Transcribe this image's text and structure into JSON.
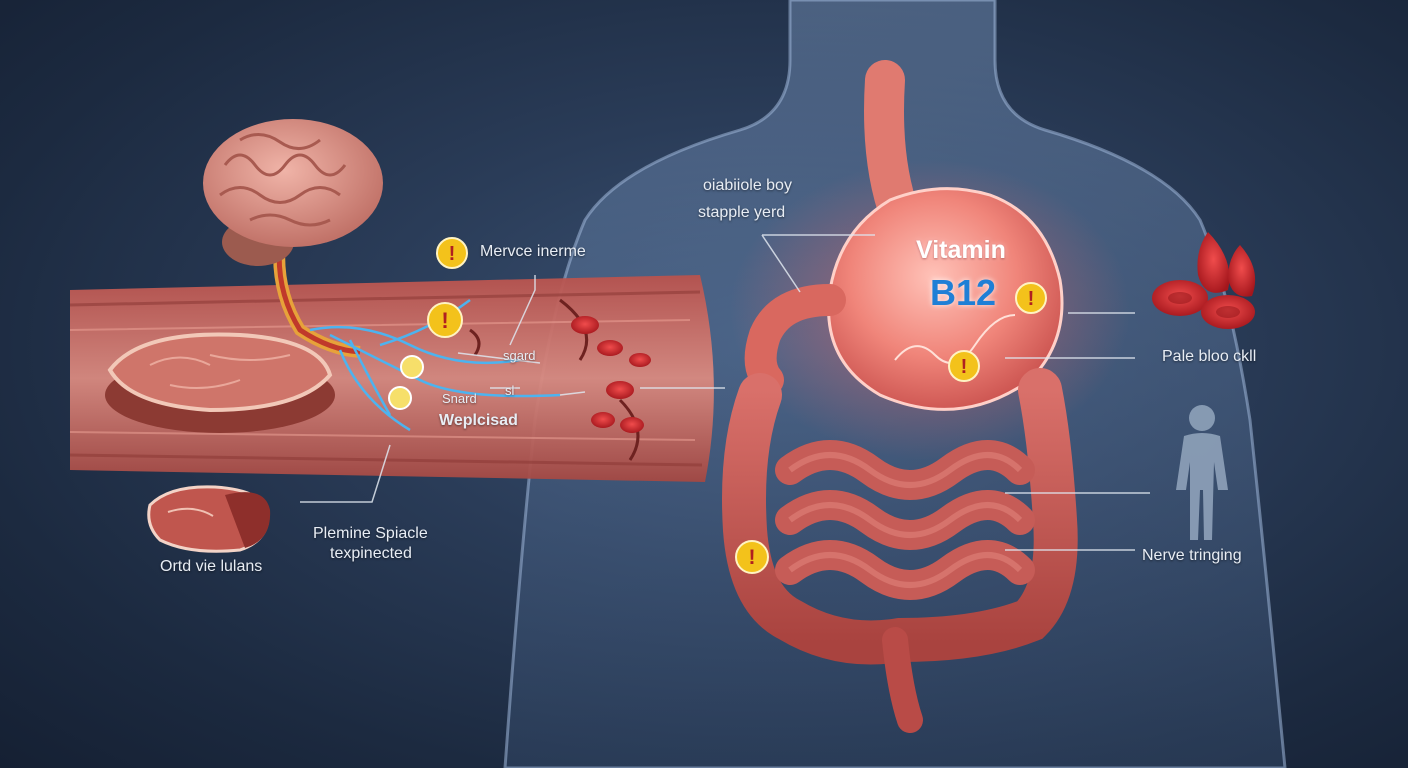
{
  "labels": {
    "nerve_top": "Mervce inerme",
    "small_a": "sgard",
    "small_b": "sl",
    "small_c": "Snard",
    "small_d": "Weplcisad",
    "body_line1": "oiabiiole boy",
    "body_line2": "stapple yerd",
    "left_bottom": "Ortd vie lulans",
    "center_bottom_1": "Plemine Spiacle",
    "center_bottom_2": "texpinected",
    "right_top": "Pale bloo ckll",
    "right_bottom": "Nerve tringing"
  },
  "vitamin": {
    "line1": "Vitamin",
    "line2": "B12"
  },
  "colors": {
    "background": "#1d2a3f",
    "tissue": "#c96a62",
    "stomach": "#e8776f",
    "nerve": "#3aa0e0",
    "warning": "#f3c21b",
    "vitamin_text": "#1f7fd6"
  },
  "icons": [
    "brain-icon",
    "steak-icon",
    "warning-icon",
    "nerve-icon",
    "red-blood-cell-icon",
    "stomach-icon",
    "intestine-icon",
    "human-silhouette-icon",
    "lightning-icon"
  ]
}
